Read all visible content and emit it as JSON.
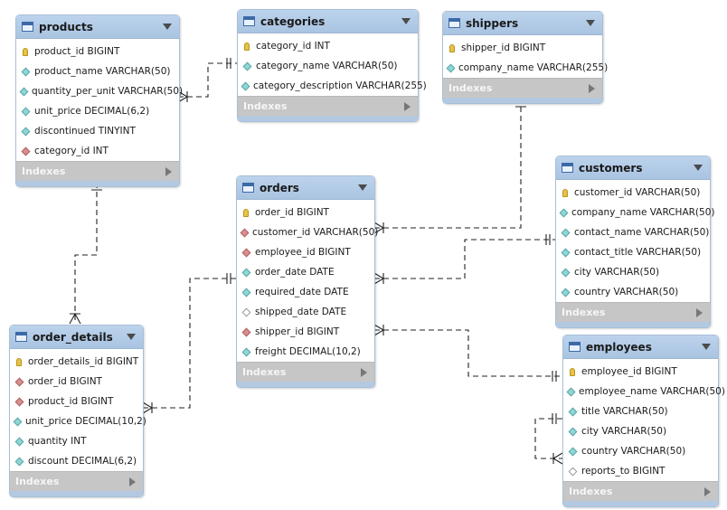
{
  "diagram": {
    "indexes_label": "Indexes",
    "colors": {
      "header": "#a9c4e2",
      "index_bar": "#c6c6c6",
      "pk_icon": "#e6c24a",
      "column_icon": "#8fd7d7",
      "fk_icon": "#d98f8f"
    },
    "tables": [
      {
        "id": "products",
        "name": "products",
        "columns": [
          {
            "text": "product_id BIGINT",
            "icon": "key"
          },
          {
            "text": "product_name VARCHAR(50)",
            "icon": "col"
          },
          {
            "text": "quantity_per_unit VARCHAR(50)",
            "icon": "col"
          },
          {
            "text": "unit_price DECIMAL(6,2)",
            "icon": "col"
          },
          {
            "text": "discontinued TINYINT",
            "icon": "col"
          },
          {
            "text": "category_id INT",
            "icon": "fk"
          }
        ]
      },
      {
        "id": "categories",
        "name": "categories",
        "columns": [
          {
            "text": "category_id INT",
            "icon": "key"
          },
          {
            "text": "category_name VARCHAR(50)",
            "icon": "col"
          },
          {
            "text": "category_description VARCHAR(255)",
            "icon": "col"
          }
        ]
      },
      {
        "id": "shippers",
        "name": "shippers",
        "columns": [
          {
            "text": "shipper_id BIGINT",
            "icon": "key"
          },
          {
            "text": "company_name VARCHAR(255)",
            "icon": "col"
          }
        ]
      },
      {
        "id": "customers",
        "name": "customers",
        "columns": [
          {
            "text": "customer_id VARCHAR(50)",
            "icon": "key"
          },
          {
            "text": "company_name VARCHAR(50)",
            "icon": "col"
          },
          {
            "text": "contact_name VARCHAR(50)",
            "icon": "col"
          },
          {
            "text": "contact_title VARCHAR(50)",
            "icon": "col"
          },
          {
            "text": "city VARCHAR(50)",
            "icon": "col"
          },
          {
            "text": "country VARCHAR(50)",
            "icon": "col"
          }
        ]
      },
      {
        "id": "orders",
        "name": "orders",
        "columns": [
          {
            "text": "order_id BIGINT",
            "icon": "key"
          },
          {
            "text": "customer_id VARCHAR(50)",
            "icon": "fk"
          },
          {
            "text": "employee_id BIGINT",
            "icon": "fk"
          },
          {
            "text": "order_date DATE",
            "icon": "col"
          },
          {
            "text": "required_date DATE",
            "icon": "col"
          },
          {
            "text": "shipped_date DATE",
            "icon": "nul"
          },
          {
            "text": "shipper_id BIGINT",
            "icon": "fk"
          },
          {
            "text": "freight DECIMAL(10,2)",
            "icon": "col"
          }
        ]
      },
      {
        "id": "order_details",
        "name": "order_details",
        "columns": [
          {
            "text": "order_details_id BIGINT",
            "icon": "key"
          },
          {
            "text": "order_id BIGINT",
            "icon": "fk"
          },
          {
            "text": "product_id BIGINT",
            "icon": "fk"
          },
          {
            "text": "unit_price DECIMAL(10,2)",
            "icon": "col"
          },
          {
            "text": "quantity INT",
            "icon": "col"
          },
          {
            "text": "discount DECIMAL(6,2)",
            "icon": "col"
          }
        ]
      },
      {
        "id": "employees",
        "name": "employees",
        "columns": [
          {
            "text": "employee_id BIGINT",
            "icon": "key"
          },
          {
            "text": "employee_name VARCHAR(50)",
            "icon": "col"
          },
          {
            "text": "title VARCHAR(50)",
            "icon": "col"
          },
          {
            "text": "city VARCHAR(50)",
            "icon": "col"
          },
          {
            "text": "country VARCHAR(50)",
            "icon": "col"
          },
          {
            "text": "reports_to BIGINT",
            "icon": "nul"
          }
        ]
      }
    ],
    "relationships": [
      {
        "from": "products",
        "to": "categories"
      },
      {
        "from": "order_details",
        "to": "products"
      },
      {
        "from": "order_details",
        "to": "orders"
      },
      {
        "from": "orders",
        "to": "shippers"
      },
      {
        "from": "orders",
        "to": "customers"
      },
      {
        "from": "orders",
        "to": "employees"
      },
      {
        "from": "employees",
        "to": "employees"
      }
    ]
  }
}
